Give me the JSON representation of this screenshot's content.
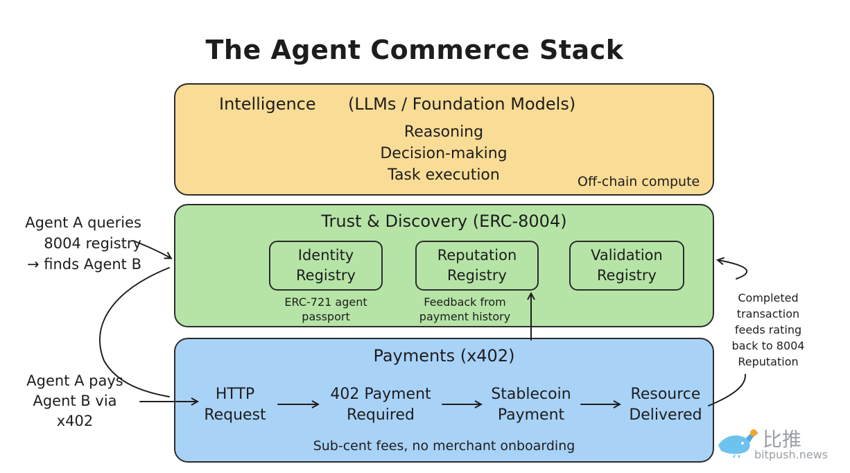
{
  "title": "The Agent Commerce Stack",
  "intelligence": {
    "heading": "Intelligence",
    "subheading": "(LLMs / Foundation Models)",
    "capabilities": [
      "Reasoning",
      "Decision-making",
      "Task execution"
    ],
    "note": "Off-chain compute",
    "color": "#f9dc95"
  },
  "trust": {
    "heading": "Trust & Discovery (ERC-8004)",
    "color": "#b5e4a6",
    "registries": [
      {
        "label": "Identity\nRegistry",
        "caption": "ERC-721 agent\npassport"
      },
      {
        "label": "Reputation\nRegistry",
        "caption": "Feedback from\npayment history"
      },
      {
        "label": "Validation\nRegistry",
        "caption": ""
      }
    ]
  },
  "payments": {
    "heading": "Payments (x402)",
    "color": "#a9d2f7",
    "flow": [
      "HTTP\nRequest",
      "402 Payment\nRequired",
      "Stablecoin\nPayment",
      "Resource\nDelivered"
    ],
    "note": "Sub-cent fees, no merchant onboarding"
  },
  "annotations": {
    "query": "Agent A queries\n8004 registry\n→ finds Agent B",
    "pay": "Agent A pays\nAgent B via\nx402",
    "feedback": "Completed\ntransaction\nfeeds rating\nback to 8004\nReputation"
  },
  "watermark": {
    "brand": "比推",
    "site": "bitpush.news"
  }
}
